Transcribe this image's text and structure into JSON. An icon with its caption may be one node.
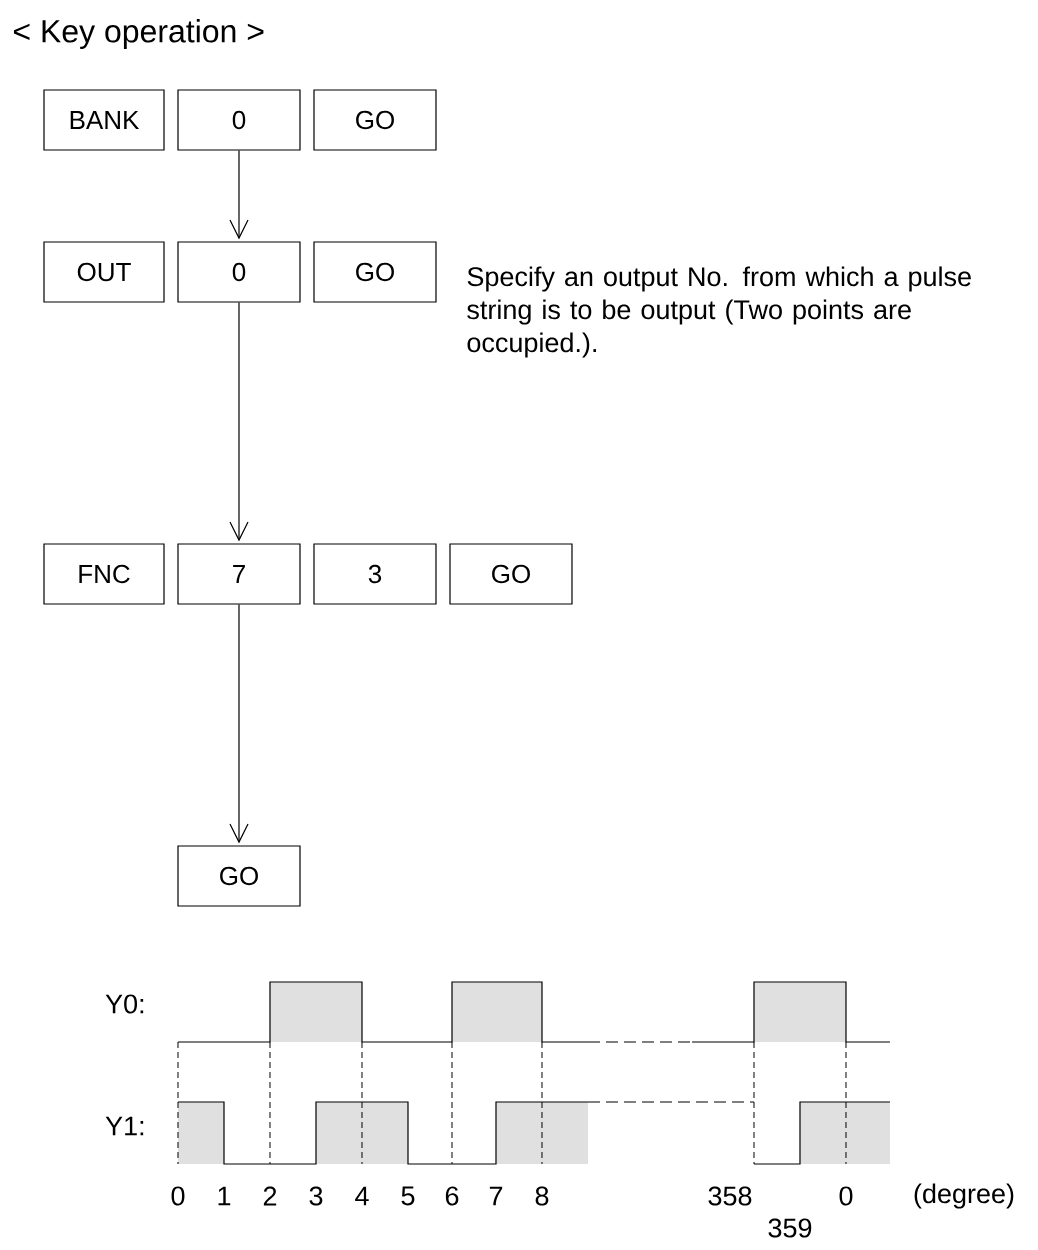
{
  "diagram": {
    "title": "< Key operation >",
    "nodes": [
      {
        "text": [
          "BANK"
        ]
      },
      {
        "text": [
          "0"
        ]
      },
      {
        "text": [
          "GO"
        ]
      },
      {
        "text": [
          "OUT"
        ]
      },
      {
        "text": [
          "0"
        ]
      },
      {
        "text": [
          "GO"
        ]
      },
      {
        "text": [
          "FNC"
        ]
      },
      {
        "text": [
          "7"
        ]
      },
      {
        "text": [
          "3"
        ]
      },
      {
        "text": [
          "GO"
        ]
      },
      {
        "text": [
          "GO"
        ]
      }
    ],
    "edges": [
      {
        "from": 1,
        "to": 4,
        "arrow": "to"
      },
      {
        "from": 4,
        "to": 7,
        "arrow": "to"
      },
      {
        "from": 7,
        "to": 10,
        "arrow": "to"
      }
    ],
    "labels": [
      "Specify an output No. from which a pulse string is to be output (Two points are occupied.).",
      "Y0:",
      "Y1:",
      "0",
      "1",
      "2",
      "3",
      "4",
      "5",
      "6",
      "7",
      "8",
      "358",
      "0",
      "(degree)",
      "359"
    ]
  }
}
